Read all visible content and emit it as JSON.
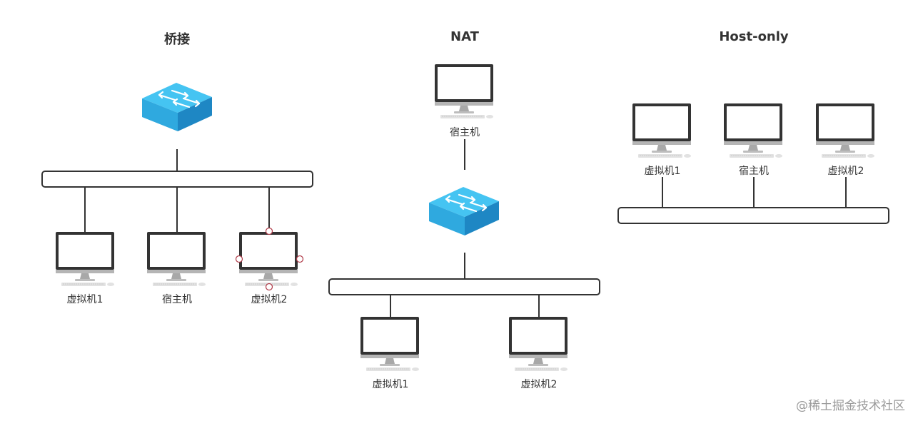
{
  "sections": {
    "bridge": {
      "title": "桥接",
      "host_label": "宿主机",
      "vm1_label": "虚拟机1",
      "vm2_label": "虚拟机2"
    },
    "nat": {
      "title": "NAT",
      "host_label": "宿主机",
      "vm1_label": "虚拟机1",
      "vm2_label": "虚拟机2"
    },
    "hostonly": {
      "title": "Host-only",
      "host_label": "宿主机",
      "vm1_label": "虚拟机1",
      "vm2_label": "虚拟机2"
    }
  },
  "watermark": "@稀土掘金技术社区",
  "icons": {
    "computer": "monitor-with-keyboard-icon",
    "switch": "network-switch-icon"
  },
  "colors": {
    "line": "#333333",
    "switch_top": "#45c4f2",
    "switch_left": "#2fa9df",
    "switch_right": "#1e87c4",
    "selection_handle": "#b03a48"
  }
}
